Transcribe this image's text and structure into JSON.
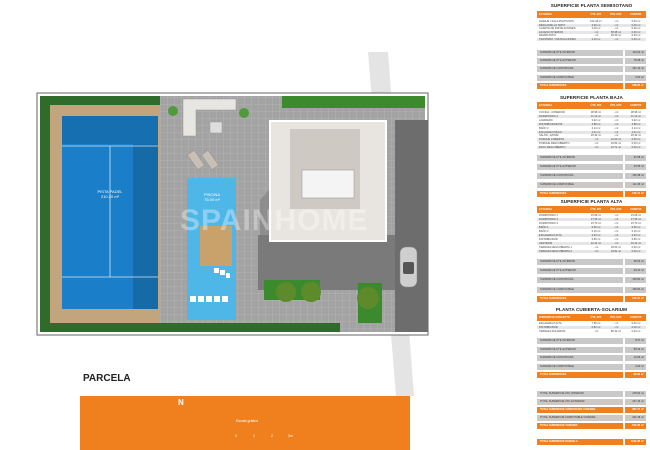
{
  "plan": {
    "padel_label": "PISTA PADEL",
    "padel_area": "210.20 m²",
    "pool_label": "PISCINA",
    "pool_area": "75.00 m²",
    "watermark": "SPAINHOME",
    "parcela_label": "PARCELA",
    "north": "N",
    "scale_label": "Escala gráfica",
    "scale_ticks": [
      "0",
      "1",
      "2",
      "3m"
    ]
  },
  "colors": {
    "accent": "#f07f1e",
    "pool": "#4fb6e8",
    "court": "#1a7fc8",
    "grass": "#3c8a2e"
  },
  "tables": [
    {
      "title": "SUPERFICIE PLANTA SEMISOTANO",
      "headers": [
        "ESTANCIA",
        "ÚTIL INT.",
        "ÚTIL EXT.",
        "CONSTR."
      ],
      "rows": [
        [
          "GARAJE / SALA MULTIUSOS",
          "102.18 m²",
          "- m²",
          "0.00 m²"
        ],
        [
          "DESCANSILLO PATIO",
          "3.96 m²",
          "- m²",
          "0.00 m²"
        ],
        [
          "CUARTO DE INSTALACIONES",
          "4.06 m²",
          "- m²",
          "0.00 m²"
        ],
        [
          "ACCESO INTERIOR",
          "- m²",
          "58.98 m²",
          "0.00 m²"
        ],
        [
          "RAMPA PATIO",
          "- m²",
          "29.30 m²",
          "0.00 m²"
        ],
        [
          "TRASTERO / INSTALACIONES",
          "2.16 m²",
          "- m²",
          "0.00 m²"
        ]
      ],
      "summary": [
        [
          "SUPERFICIE ÚTIL INTERIOR",
          "110.64 m²"
        ],
        [
          "SUPERFICIE ÚTIL EXTERIOR",
          "78.28 m²"
        ],
        [
          "SUPERFICIE CONSTRUIDA",
          "151.12 m²"
        ],
        [
          "SUPERFICIE COMPUTABLE",
          "0.00 m²"
        ]
      ],
      "total": [
        "TOTAL SUPERFICIES",
        "188.92 m²"
      ]
    },
    {
      "title": "SUPERFICIE PLANTA BAJA",
      "headers": [
        "ESTANCIA",
        "ÚTIL INT.",
        "ÚTIL EXT.",
        "COMPUT."
      ],
      "rows": [
        [
          "COCINA - COMEDOR",
          "38.98 m²",
          "- m²",
          "38.98 m²"
        ],
        [
          "DORMITORIO 4",
          "11.13 m²",
          "- m²",
          "11.13 m²"
        ],
        [
          "LAVADERO",
          "3.92 m²",
          "- m²",
          "3.92 m²"
        ],
        [
          "DISTRIBUIDOR P.B.",
          "4.88 m²",
          "- m²",
          "4.88 m²"
        ],
        [
          "BAÑO 3",
          "4.14 m²",
          "- m²",
          "4.14 m²"
        ],
        [
          "ESCALERA P.BAJA",
          "2.21 m²",
          "- m²",
          "2.21 m²"
        ],
        [
          "SALÓN - ESTAR",
          "26.32 m²",
          "- m²",
          "26.32 m²"
        ],
        [
          "PORCHE CUBIERTO",
          "- m²",
          "12.00 m²",
          "6.00 m²"
        ],
        [
          "PORCHE DESCUBIERTO",
          "- m²",
          "20.84 m²",
          "0.00 m²"
        ],
        [
          "PASO DESCUBIERTO",
          "- m²",
          "10.71 m²",
          "0.00 m²"
        ]
      ],
      "summary": [
        [
          "SUPERFICIE ÚTIL INTERIOR",
          "91.58 m²"
        ],
        [
          "SUPERFICIE ÚTIL EXTERIOR",
          "43.55 m²"
        ],
        [
          "SUPERFICIE CONSTRUIDA",
          "105.38 m²"
        ],
        [
          "SUPERFICIE COMPUTABLE",
          "111.35 m²"
        ]
      ],
      "total": [
        "TOTAL SUPERFICIES",
        "135.13 m²"
      ]
    },
    {
      "title": "SUPERFICIE PLANTA ALTA",
      "headers": [
        "ESTANCIA",
        "ÚTIL INT.",
        "ÚTIL EXT.",
        "COMPUT."
      ],
      "rows": [
        [
          "DORMITORIO 1",
          "15.68 m²",
          "- m²",
          "15.68 m²"
        ],
        [
          "DORMITORIO 2",
          "17.55 m²",
          "- m²",
          "17.55 m²"
        ],
        [
          "DORMITORIO 3",
          "15.70 m²",
          "- m²",
          "15.70 m²"
        ],
        [
          "BAÑO 1",
          "5.95 m²",
          "- m²",
          "5.95 m²"
        ],
        [
          "BAÑO 2",
          "5.15 m²",
          "- m²",
          "5.15 m²"
        ],
        [
          "ESCALERA P.ALTA",
          "3.20 m²",
          "- m²",
          "3.20 m²"
        ],
        [
          "DISTRIBUIDOR",
          "5.86 m²",
          "- m²",
          "5.86 m²"
        ],
        [
          "VESTIDOR",
          "10.14 m²",
          "- m²",
          "10.14 m²"
        ],
        [
          "TERRAZA DESCUBIERTA 1",
          "- m²",
          "18.50 m²",
          "0.00 m²"
        ],
        [
          "TERRAZA DESCUBIERTA 2",
          "- m²",
          "10.81 m²",
          "0.00 m²"
        ]
      ],
      "summary": [
        [
          "SUPERFICIE ÚTIL INTERIOR",
          "68.03 m²"
        ],
        [
          "SUPERFICIE ÚTIL EXTERIOR",
          "29.31 m²"
        ],
        [
          "SUPERFICIE CONSTRUIDA",
          "105.84 m²"
        ],
        [
          "SUPERFICIE COMPUTABLE",
          "105.84 m²"
        ]
      ],
      "total": [
        "TOTAL SUPERFICIES",
        "135.15 m²"
      ]
    },
    {
      "title": "PLANTA CUBIERTA-SOLARIUM",
      "headers": [
        "SUPERFICIE CONCEPTO",
        "ÚTIL INT.",
        "ÚTIL EXT.",
        "COMPUT."
      ],
      "rows": [
        [
          "ESCALERA P.ALTA",
          "7.55 m²",
          "- m²",
          "0.00 m²"
        ],
        [
          "DISTRIBUIDOR",
          "0.82 m²",
          "- m²",
          "0.00 m²"
        ],
        [
          "TERRAZA SOLARIUM",
          "- m²",
          "86.32 m²",
          "0.00 m²"
        ]
      ],
      "summary": [
        [
          "SUPERFICIE ÚTIL INTERIOR",
          "8.37 m²"
        ],
        [
          "SUPERFICIE ÚTIL EXTERIOR",
          "86.32 m²"
        ],
        [
          "SUPERFICIE CONSTRUIDA",
          "10.66 m²"
        ],
        [
          "SUPERFICIE COMPUTABLE",
          "0.00 m²"
        ]
      ],
      "total": [
        "TOTAL SUPERFICIES",
        "96.98 m²"
      ]
    }
  ],
  "totals": [
    {
      "label": "TOTAL SUPERFICIE ÚTIL INTERIOR",
      "value": "278.62 m²",
      "highlight": false
    },
    {
      "label": "TOTAL SUPERFICIE ÚTIL EXTERIOR",
      "value": "237.46 m²",
      "highlight": false
    },
    {
      "label": "TOTAL SUPERFICIE CONSTRUIDA VIVIENDA",
      "value": "387.37 m²",
      "highlight": true
    },
    {
      "label": "TOTAL SUPERFICIE COMPUTABLE VIVIENDA",
      "value": "202.18 m²",
      "highlight": false
    },
    {
      "label": "TOTAL SUPERFICIE VIVIENDA",
      "value": "515.08 m²",
      "highlight": true
    },
    {
      "label": "TOTAL SUPERFICIE PARCELA",
      "value": "1012.38 m²",
      "highlight": true
    }
  ]
}
